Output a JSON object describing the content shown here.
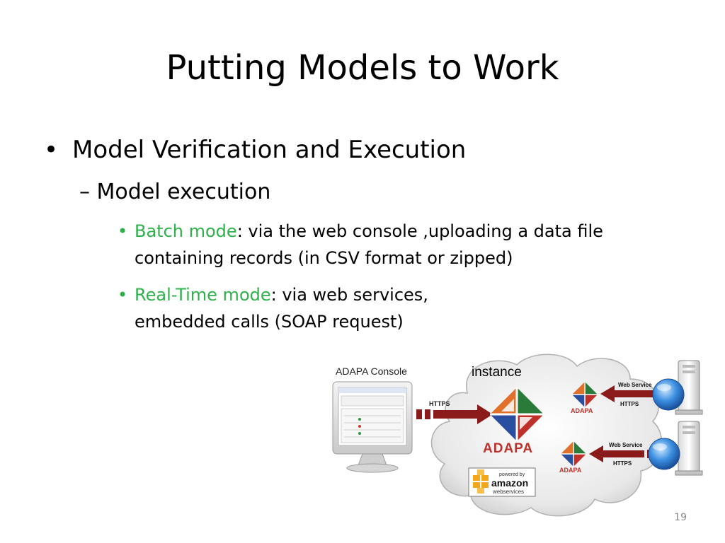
{
  "slide": {
    "title": "Putting Models to Work",
    "bullets": {
      "level1": "Model Verification and Execution",
      "level2": "– Model execution",
      "items": [
        {
          "highlight": "Batch mode",
          "line1": ": via the web console ,uploading a data file",
          "line2": "containing records (in CSV format or zipped)"
        },
        {
          "highlight": "Real-Time mode",
          "line1": ":  via web services,",
          "line2": "embedded calls (SOAP request)"
        }
      ]
    },
    "page_number": "19"
  },
  "diagram": {
    "console_label": "ADAPA Console",
    "cloud_label": "instance",
    "main_logo": "ADAPA",
    "small_logo": "ADAPA",
    "https_label": "HTTPS",
    "ws_top_label": "Web Service",
    "ws_top_https": "HTTPS",
    "ws_bottom_label": "Web Service",
    "ws_bottom_https": "HTTPS",
    "aws_line1": "powered by",
    "aws_line2": "amazon",
    "aws_line3": "webservices",
    "colors": {
      "arrow": "#8b1a1a",
      "logo_green": "#2a7a3a",
      "logo_red": "#c0302a",
      "logo_blue": "#2a4fa0",
      "logo_orange": "#e0702a",
      "adapa_text": "#c0302a",
      "highlight_text": "#2db24a"
    }
  }
}
